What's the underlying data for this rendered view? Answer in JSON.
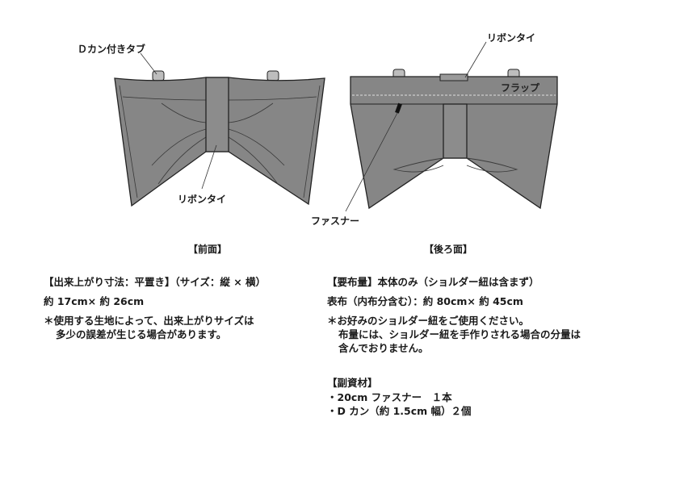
{
  "labels": {
    "d_ring_tab": "Ｄカン付きタブ",
    "ribbon_tie_front": "リボンタイ",
    "ribbon_tie_back": "リボンタイ",
    "flap": "フラップ",
    "zipper": "ファスナー"
  },
  "views": {
    "front": "【前面】",
    "back": "【後ろ面】"
  },
  "finished_size": {
    "heading": "【出来上がり寸法：平置き】（サイズ：縦 × 横）",
    "value": "約 17cm× 約 26cm",
    "note_line1": "＊使用する生地によって、出来上がりサイズは",
    "note_line2": "多少の誤差が生じる場合があります。"
  },
  "fabric": {
    "heading": "【要布量】本体のみ（ショルダー紐は含まず）",
    "value": "表布（内布分含む）：約 80cm× 約 45cm",
    "note_line1": "＊お好みのショルダー紐をご使用ください。",
    "note_line2": "布量には、ショルダー紐を手作りされる場合の分量は",
    "note_line3": "含んでおりません。"
  },
  "materials": {
    "heading": "【副資材】",
    "item1": "・20cm ファスナー　１本",
    "item2": "・D カン（約 1.5cm 幅）２個"
  },
  "colors": {
    "fabric": "#868686",
    "outline": "#222222"
  }
}
